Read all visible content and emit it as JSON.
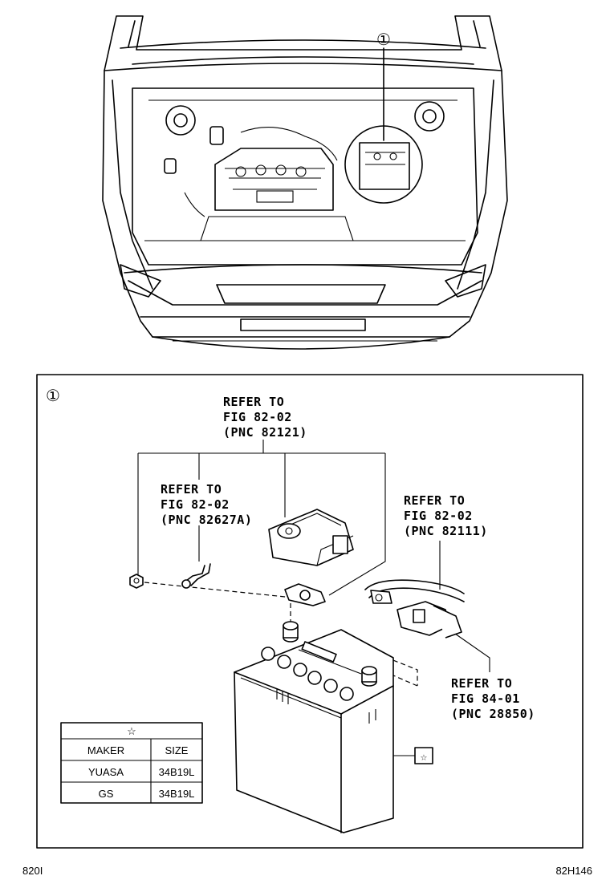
{
  "callout_marker": "①",
  "detail_marker": "①",
  "labels": {
    "ref_82121": [
      "REFER TO",
      "FIG 82-02",
      "(PNC 82121)"
    ],
    "ref_82627a": [
      "REFER TO",
      "FIG 82-02",
      "(PNC 82627A)"
    ],
    "ref_82111": [
      "REFER TO",
      "FIG 82-02",
      "(PNC 82111)"
    ],
    "ref_28850": [
      "REFER TO",
      "FIG 84-01",
      "(PNC 28850)"
    ]
  },
  "star_symbol": "☆",
  "battery_table": {
    "header": "☆",
    "columns": [
      "MAKER",
      "SIZE"
    ],
    "rows": [
      [
        "YUASA",
        "34B19L"
      ],
      [
        "GS",
        "34B19L"
      ]
    ]
  },
  "footer": {
    "left": "820I",
    "right": "82H146"
  }
}
